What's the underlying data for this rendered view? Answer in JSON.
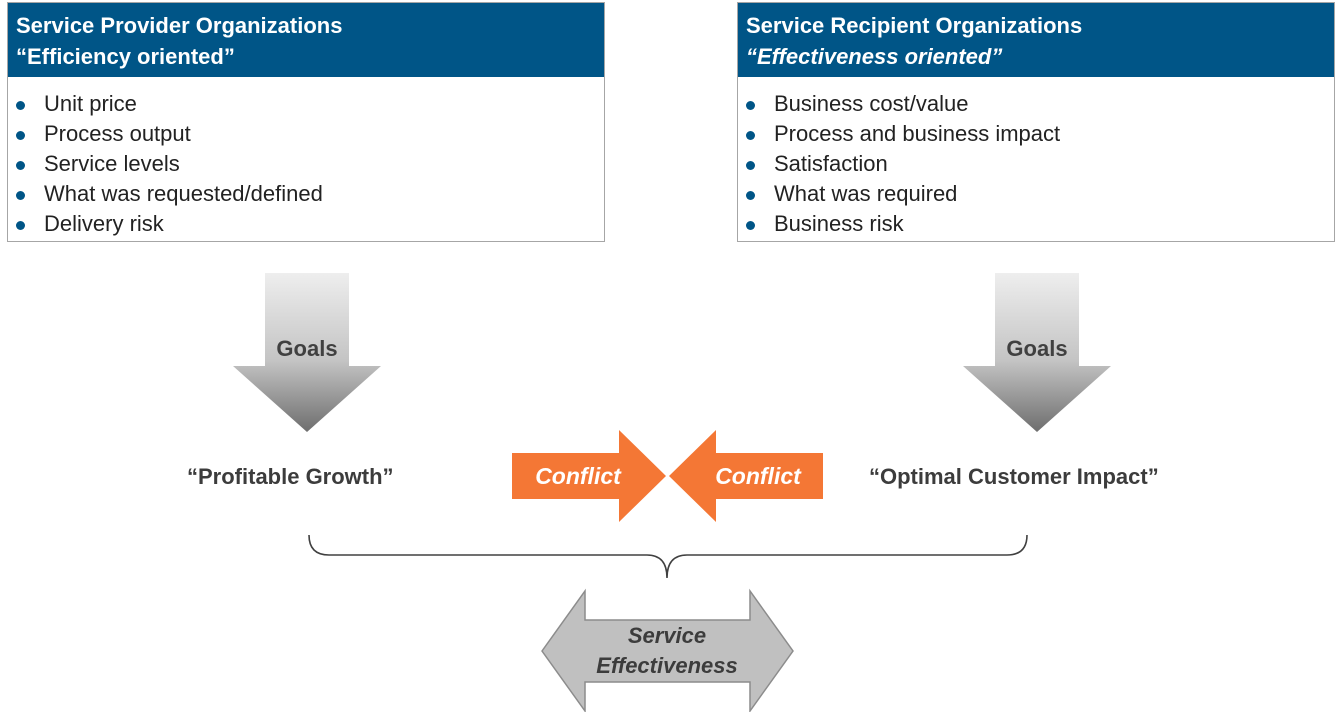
{
  "provider": {
    "title": "Service Provider Organizations",
    "subtitle": "“Efficiency oriented”",
    "items": [
      "Unit price",
      "Process output",
      "Service levels",
      "What was requested/defined",
      "Delivery risk"
    ]
  },
  "recipient": {
    "title": "Service Recipient Organizations",
    "subtitle": "“Effectiveness oriented”",
    "items": [
      "Business cost/value",
      "Process and business impact",
      "Satisfaction",
      "What was required",
      "Business risk"
    ]
  },
  "goals_left": "Goals",
  "goals_right": "Goals",
  "outcome_left": "“Profitable Growth”",
  "outcome_right": "“Optimal Customer Impact”",
  "conflict_left": "Conflict",
  "conflict_right": "Conflict",
  "result_line1": "Service",
  "result_line2": "Effectiveness",
  "colors": {
    "header": "#005587",
    "conflict": "#f47735",
    "arrow_gray": "#bfbfbf"
  }
}
